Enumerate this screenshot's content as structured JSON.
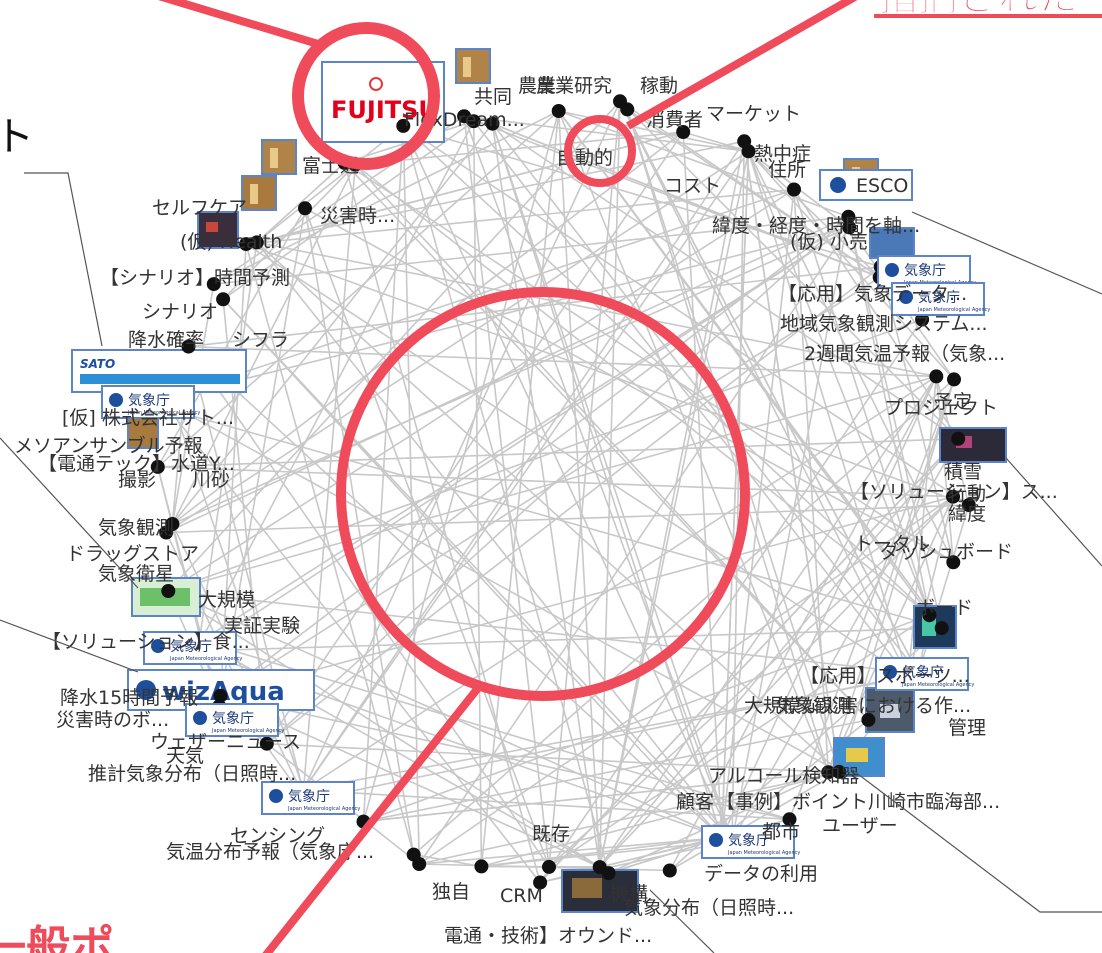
{
  "colors": {
    "annotation": "#ef4b5a",
    "edge": "#c8c8c8",
    "node": "#111111",
    "label": "#333333",
    "thumb_border": "#5b84c9"
  },
  "logos": {
    "fujitsu": "FUJITSU",
    "jma": "気象庁",
    "jma_sub": "Japan Meteorological Agency",
    "wizaqua": "wizAqua",
    "sato": "SATO"
  },
  "header_partial": "指摘された",
  "footer_partial": "一般ポ",
  "labels": [
    "共同",
    "農業",
    "農業研究",
    "稼動",
    "マーケット",
    "FlexDream...",
    "消費者",
    "自動的",
    "熱中症",
    "コスト",
    "住所",
    "ESCO",
    "緯度・経度・時間を軸...",
    "富士通",
    "セルフケア",
    "災害時...",
    "(仮) Health",
    "【シナリオ】時間予測",
    "シナリオ",
    "降水確率",
    "シフラ",
    "[仮] 株式会社サト...",
    "メソアンサンブル予報",
    "【電通テック】水道Y...",
    "撮影",
    "川砂",
    "気象観測",
    "ドラッグストア",
    "気象衛星",
    "大規模",
    "実証実験",
    "【ソリューション】食...",
    "降水15時間予報",
    "災害時のボ...",
    "ウェザーニュース",
    "天気",
    "推計気象分布（日照時...",
    "気温分布予報（気象庁...",
    "センシング",
    "既存",
    "独自",
    "電通・技術】オウンド...",
    "CRM",
    "機構",
    "データの利用",
    "気象分布（日照時...",
    "顧客",
    "【事例】ボイント川崎市臨海部...",
    "都市",
    "ユーザー",
    "アルコール検知器",
    "大規模な災害における作...",
    "【応用】スポーツ...",
    "気象観測",
    "管理",
    "ボード",
    "行動",
    "緯度",
    "トータル",
    "ダッシュボード",
    "【ソリューション】ス...",
    "積雪",
    "プロジェクト",
    "予定",
    "2週間気温予報（気象...",
    "地域気象観測システム...",
    "【応用】気象データ...",
    "(仮) 小売"
  ]
}
